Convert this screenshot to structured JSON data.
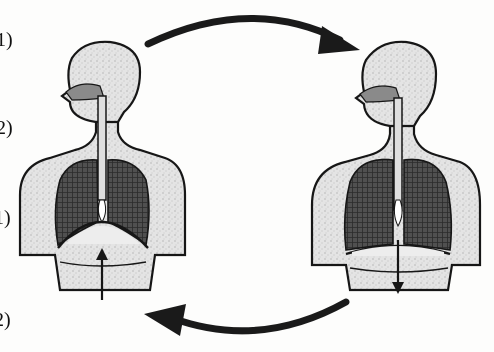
{
  "edge_labels": [
    "1)",
    "2)",
    "1)",
    "2)"
  ],
  "colors": {
    "ink": "#161616",
    "body_fill": "#e6e6e6",
    "lung_fill": "#4a4a4a",
    "airway_fill": "#8a8a8a",
    "background": "#fdfdfc"
  },
  "figures": [
    {
      "name": "figure-exhale",
      "diaphragm": "domed"
    },
    {
      "name": "figure-inhale",
      "diaphragm": "flattened"
    }
  ],
  "arrows": [
    {
      "name": "arrow-top",
      "direction": "clockwise"
    },
    {
      "name": "arrow-bottom",
      "direction": "clockwise"
    }
  ]
}
